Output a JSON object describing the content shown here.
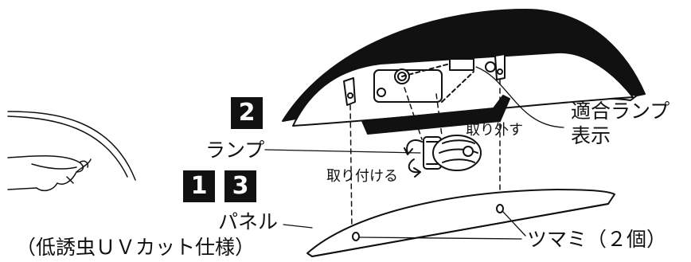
{
  "badges": {
    "step_2": "2",
    "step_1": "1",
    "step_3": "3"
  },
  "labels": {
    "compatible_lamp_line1": "適合ランプ",
    "compatible_lamp_line2": "表示",
    "lamp": "ランプ",
    "remove": "取り外す",
    "install": "取り付ける",
    "panel": "パネル",
    "panel_note": "（低誘虫ＵＶカット仕様）",
    "knobs": "ツマミ（２個）"
  },
  "colors": {
    "ink": "#111111",
    "background": "#ffffff"
  }
}
